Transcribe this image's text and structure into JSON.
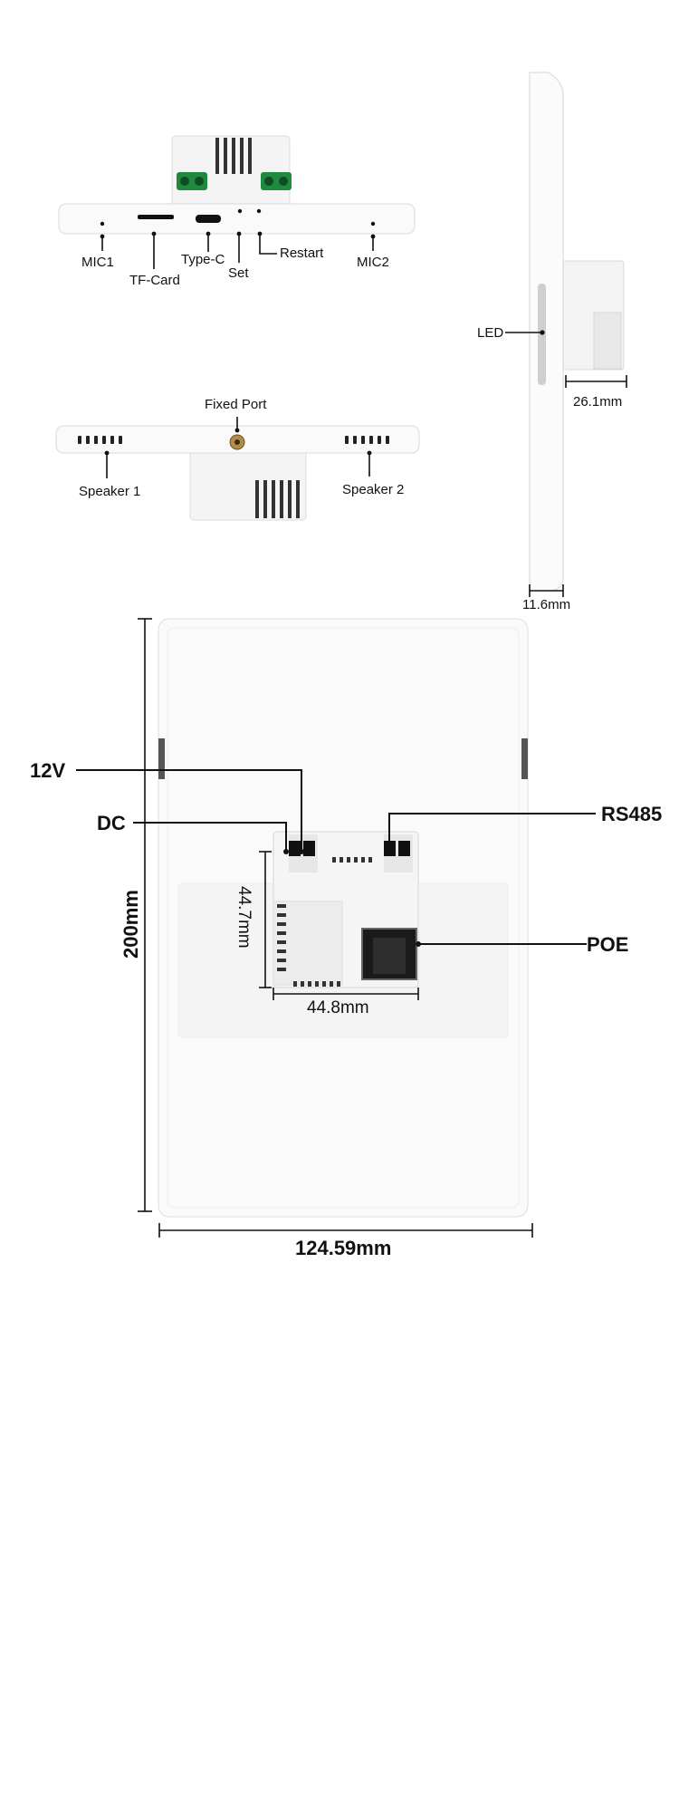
{
  "top_view": {
    "mic1": "MIC1",
    "tf_card": "TF-Card",
    "type_c": "Type-C",
    "set": "Set",
    "restart": "Restart",
    "mic2": "MIC2"
  },
  "bottom_view": {
    "fixed_port": "Fixed Port",
    "speaker1": "Speaker 1",
    "speaker2": "Speaker 2"
  },
  "side_view": {
    "led": "LED",
    "depth": "26.1mm",
    "thickness": "11.6mm"
  },
  "back_view": {
    "v12": "12V",
    "dc": "DC",
    "rs485": "RS485",
    "poe": "POE",
    "height": "200mm",
    "width": "124.59mm",
    "port_height": "44.7mm",
    "port_width": "44.8mm"
  },
  "colors": {
    "connector_green": "#1f8a3e",
    "panel_edge": "#d9d9d9"
  }
}
